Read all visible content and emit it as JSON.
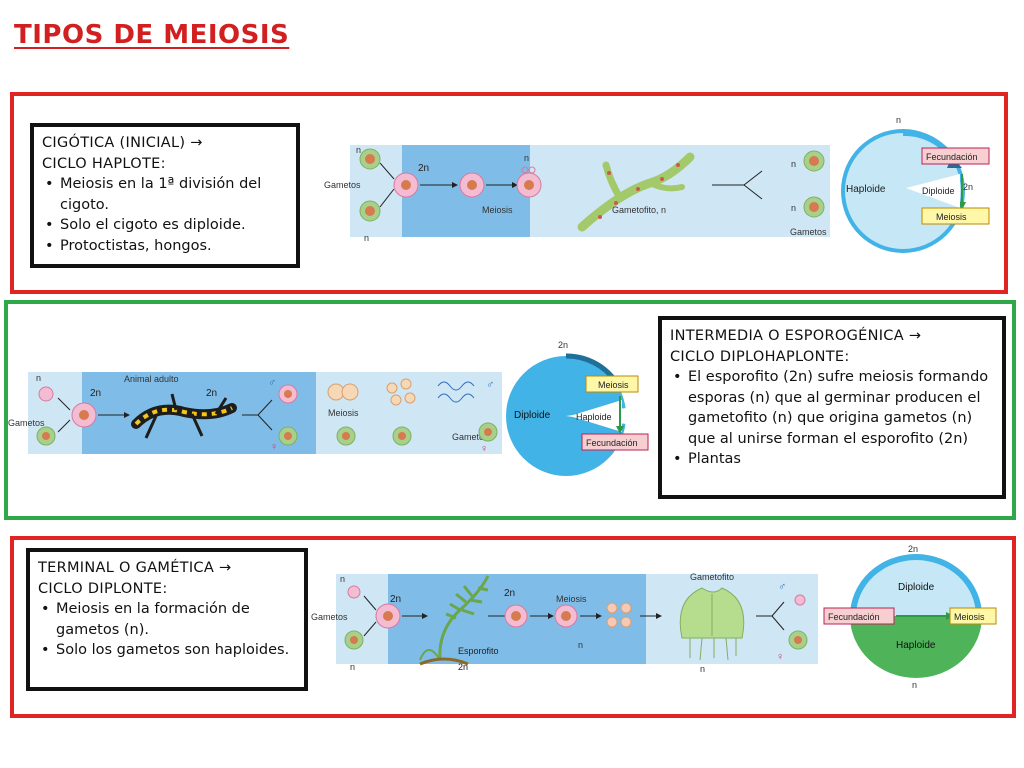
{
  "title": "TIPOS DE MEIOSIS",
  "sections": [
    {
      "heading": "CIGÓTICA (INICIAL) →\nCICLO HAPLOTE:",
      "bullets": [
        "Meiosis en la 1ª división del cigoto.",
        "Solo el cigoto es diploide.",
        "Protoctistas, hongos."
      ],
      "diagram_labels": {
        "gametos_left": "Gametos",
        "n_top": "n",
        "n_bottom": "n",
        "two_n": "2n",
        "n_mid": "n",
        "meiosis": "Meiosis",
        "gametofito": "Gametofito, n",
        "n_right_top": "n",
        "n_right_bottom": "n",
        "gametos_right": "Gametos"
      },
      "cycle": {
        "outer_label": "n",
        "right_label": "2n",
        "inner_left": "Haploide",
        "inner_right": "Diploide",
        "top_box": "Fecundación",
        "bottom_box": "Meiosis",
        "color": "#42b3e6"
      }
    },
    {
      "heading": "INTERMEDIA O ESPOROGÉNICA →\nCICLO DIPLOHAPLONTE:",
      "bullets": [
        "El esporofito (2n) sufre meiosis formando esporas (n) que al germinar producen el gametofito (n) que origina gametos (n) que al unirse forman el esporofito (2n)",
        "Plantas"
      ],
      "diagram_labels": {
        "n_top": "n",
        "gametos_left": "Gametos",
        "two_n": "2n",
        "animal": "Animal adulto",
        "two_n_b": "2n",
        "meiosis": "Meiosis",
        "male_sym": "♂",
        "female_sym": "♀",
        "gametos_right": "Gameto"
      },
      "cycle": {
        "outer_label": "2n",
        "inner_left": "Diploide",
        "inner_right": "Haploide",
        "top_box": "Meiosis",
        "bottom_box": "Fecundación",
        "color": "#42b3e6"
      }
    },
    {
      "heading": "TERMINAL O GAMÉTICA →\nCICLO DIPLONTE:",
      "bullets": [
        "Meiosis en la formación de gametos (n).",
        "Solo los gametos  son haploides."
      ],
      "diagram_labels": {
        "n_top": "n",
        "gametos_left": "Gametos",
        "two_n": "2n",
        "two_n_b": "2n",
        "meiosis": "Meiosis",
        "esporofito": "Esporofito",
        "two_n_c": "2n",
        "gametofito": "Gametofito",
        "n_mid": "n",
        "n_right": "n",
        "male_sym": "♂",
        "female_sym": "♀"
      },
      "cycle": {
        "top_label": "2n",
        "bottom_label": "n",
        "top_half": "Diploide",
        "bottom_half": "Haploide",
        "left_box": "Fecundación",
        "right_box": "Meiosis",
        "top_color": "#42b3e6",
        "bottom_color": "#4fb35a"
      }
    }
  ]
}
